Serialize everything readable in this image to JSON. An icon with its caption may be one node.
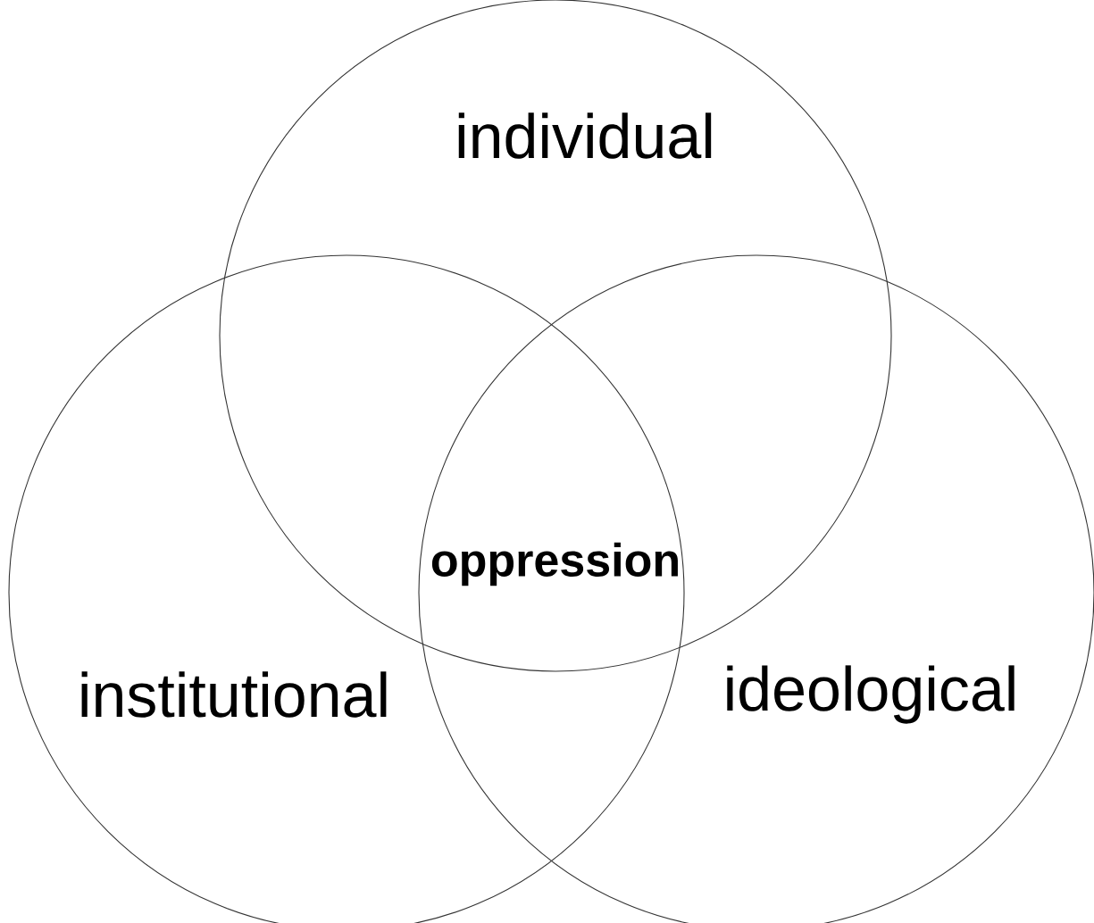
{
  "diagram": {
    "nodes": [
      {
        "text": [
          "individual"
        ]
      },
      {
        "text": [
          "institutional"
        ]
      },
      {
        "text": [
          "ideological"
        ]
      }
    ],
    "labels": [
      "oppression"
    ]
  }
}
